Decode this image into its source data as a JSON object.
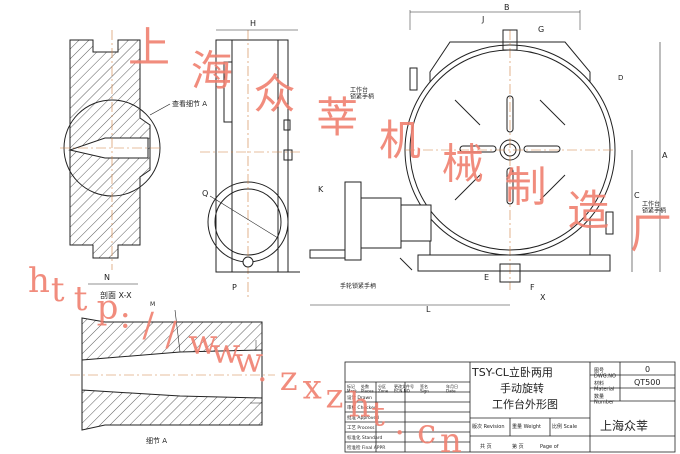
{
  "watermark": {
    "chars": [
      "上",
      "海",
      "众",
      "莘",
      "机",
      "械",
      "制",
      "造",
      "厂"
    ],
    "url_chars": [
      "h",
      "t",
      "t",
      "p",
      ":",
      "/",
      "/",
      "w",
      "w",
      "w",
      ".",
      "z",
      "x",
      "z",
      "h",
      "t",
      ".",
      "c",
      "n"
    ],
    "color": "#f08070"
  },
  "labels": {
    "view_detail_a": "查看细节 A",
    "section_xx": "剖面 X-X",
    "detail_a": "细节 A",
    "table_lock_handle_top": "工作台\n锁紧手柄",
    "table_lock_handle_right": "工作台\n锁紧手柄",
    "handwheel_lock_handle": "手轮锁紧手柄",
    "dim_h": "H",
    "dim_b": "B",
    "dim_j": "J",
    "dim_g": "G",
    "dim_d": "D",
    "dim_q": "Q",
    "dim_k": "K",
    "dim_c": "C",
    "dim_a": "A",
    "dim_p": "P",
    "dim_n": "N",
    "dim_e": "E",
    "dim_f": "F",
    "dim_l": "L",
    "dim_x": "X",
    "dim_m": "M"
  },
  "title_block": {
    "title_line1": "TSY-CL立卧两用",
    "title_line2": "手动旋转",
    "title_line3": "工作台外形图",
    "drawing_no_label": "图号\nDWG.NO",
    "drawing_no_value": "0",
    "material_label": "材料\nMaterial",
    "material_value": "QT500",
    "quantity_label": "数量\nNumber",
    "quantity_value": "",
    "rows": [
      "设计 Drawn",
      "审核 Checked",
      "批准 Approved",
      "工艺 Process",
      "标准化 Standard",
      "检准检 Final APPR"
    ],
    "col_headers": [
      "标记\nMark",
      "处数\nPlaces",
      "分区\nZone",
      "更改文件号\nECN NO",
      "签名\nSign",
      "年月日\nDate"
    ],
    "bottom_row": [
      "版次 Revision",
      "重量 Weight",
      "比例 Scale"
    ],
    "sheet_row": [
      "共 页",
      "第 页",
      "Page of"
    ],
    "company": "上海众莘"
  }
}
